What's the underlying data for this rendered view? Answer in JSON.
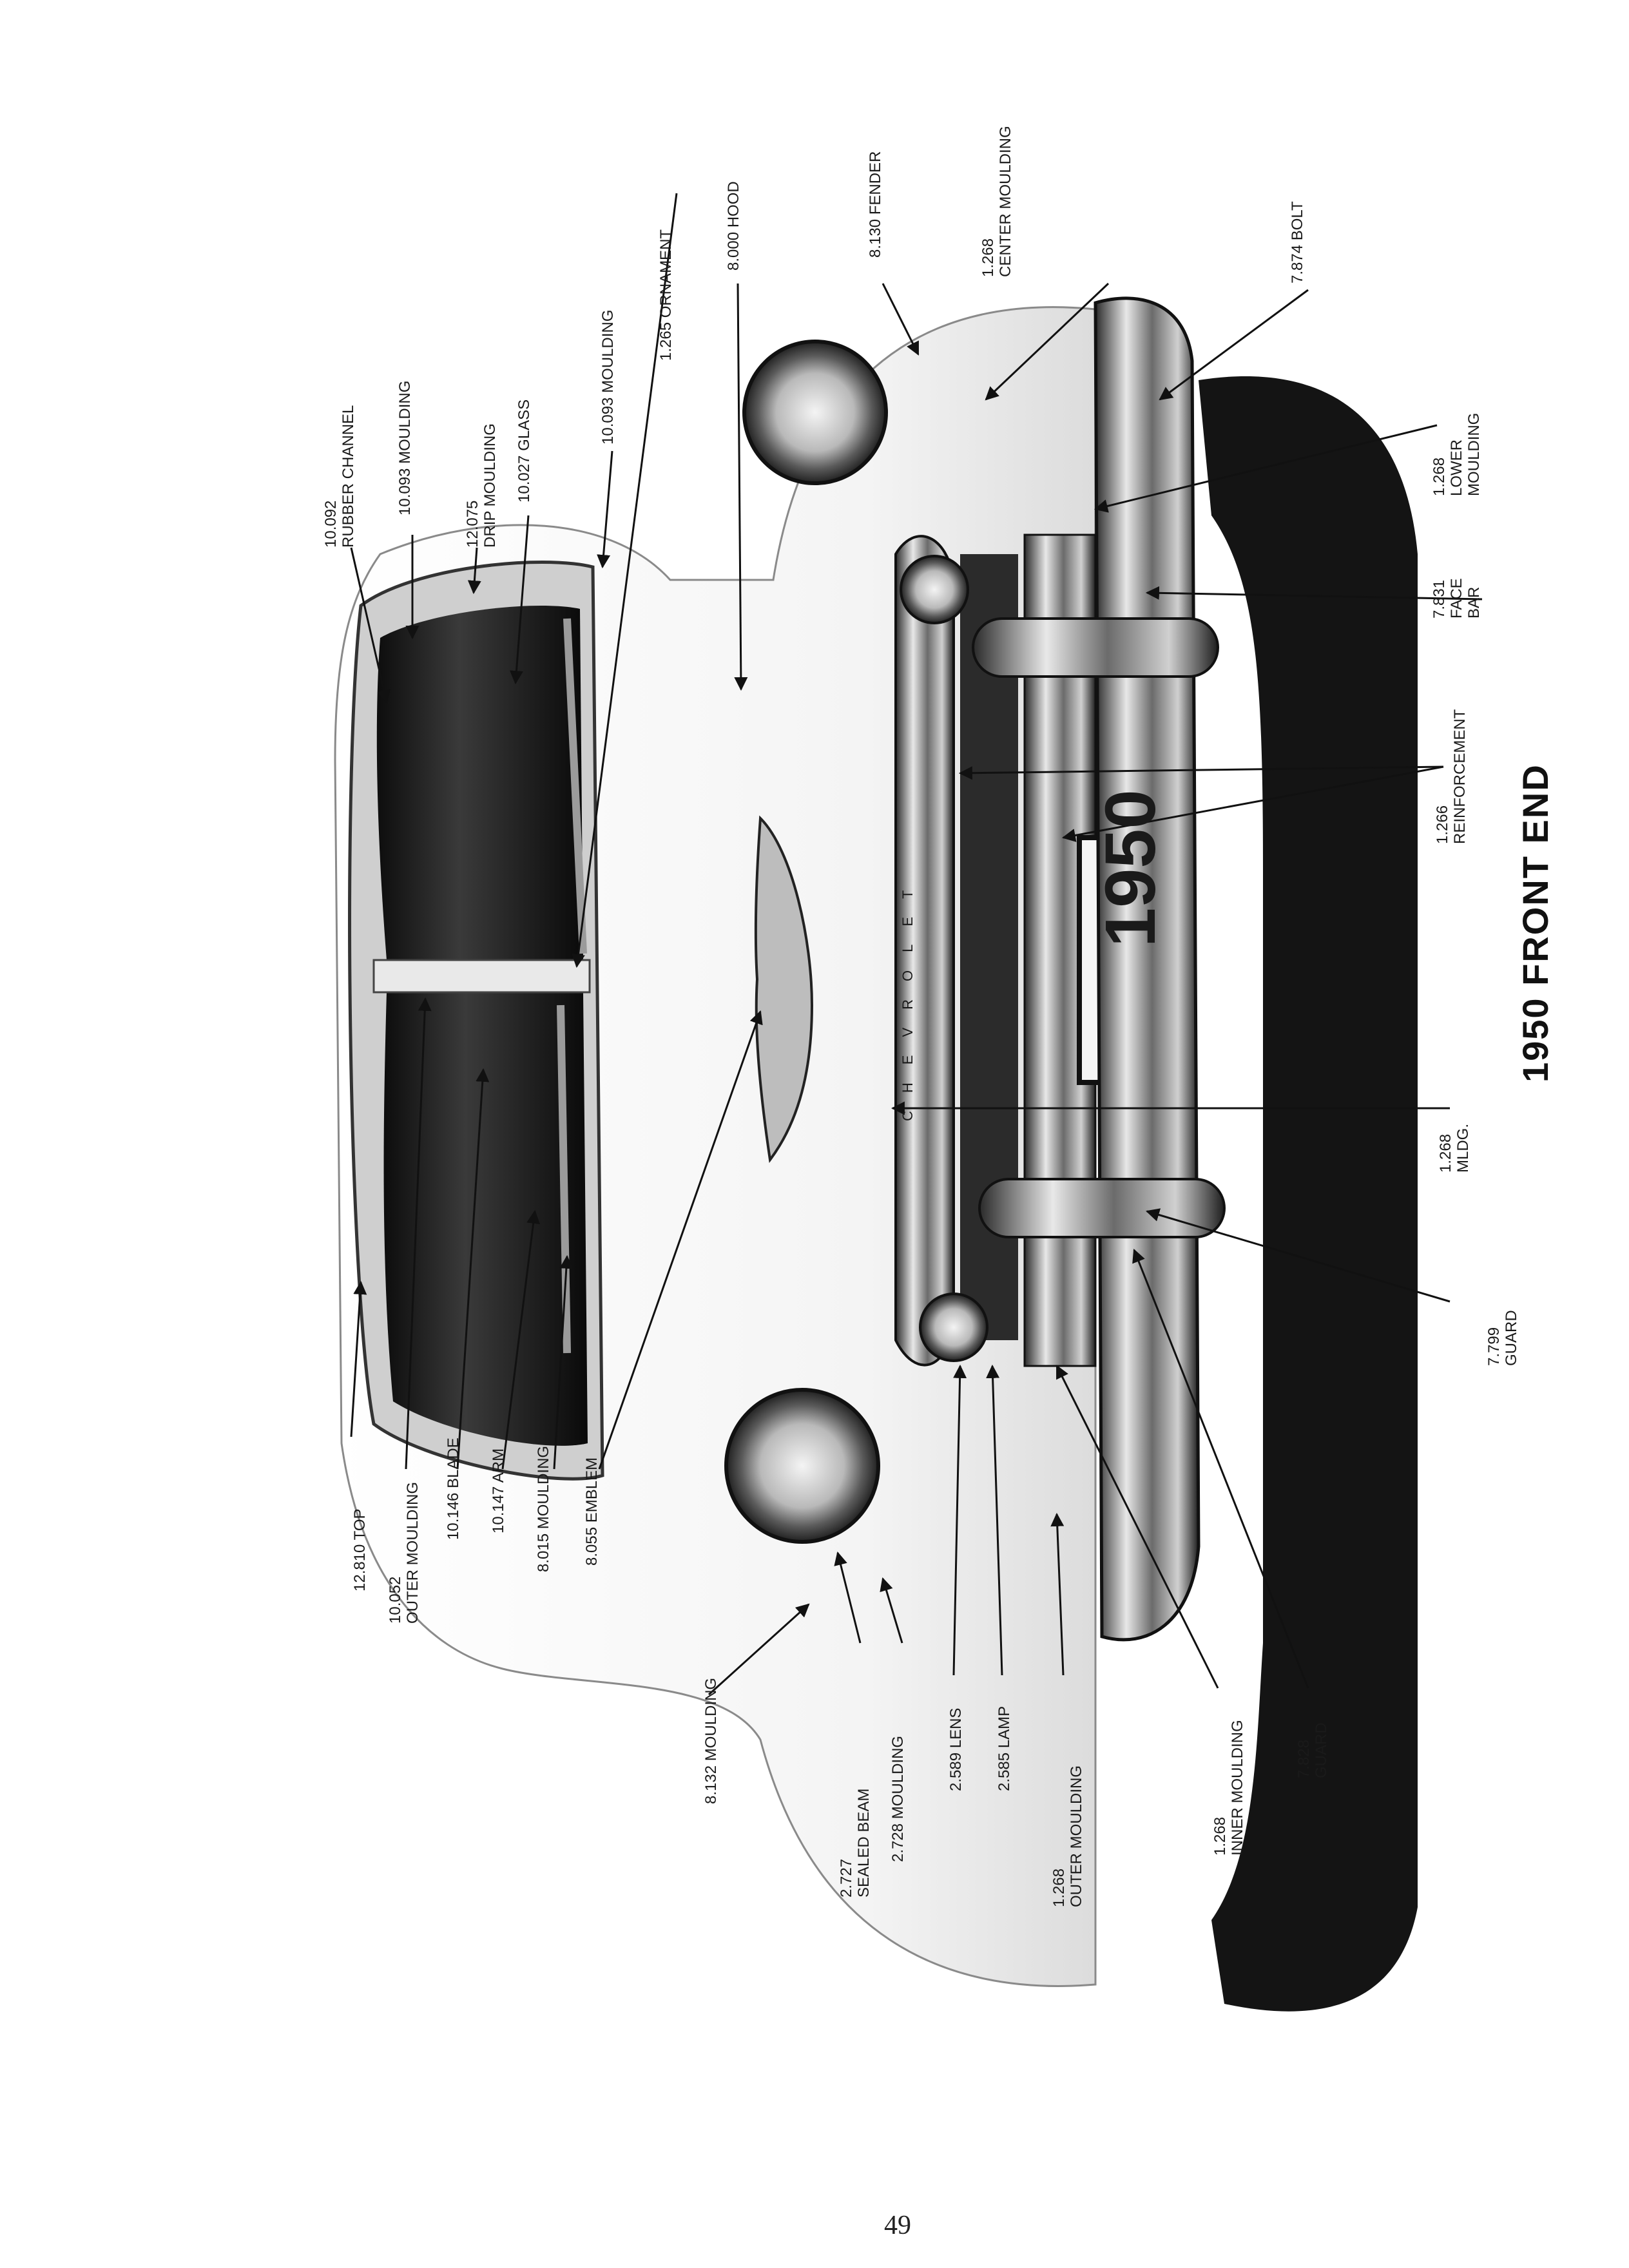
{
  "page_number": "49",
  "title": "1950 FRONT END",
  "license_plate_text": "1950",
  "grille_lettering": "CHEVROLET",
  "labels": [
    {
      "id": "top",
      "lines": [
        "12.810 TOP"
      ]
    },
    {
      "id": "outer-moulding-windshield",
      "lines": [
        "10.052",
        "OUTER MOULDING"
      ]
    },
    {
      "id": "blade",
      "lines": [
        "10.146 BLADE"
      ]
    },
    {
      "id": "arm",
      "lines": [
        "10.147 ARM"
      ]
    },
    {
      "id": "moulding-8015",
      "lines": [
        "8.015 MOULDING"
      ]
    },
    {
      "id": "emblem",
      "lines": [
        "8.055 EMBLEM"
      ]
    },
    {
      "id": "moulding-8132",
      "lines": [
        "8.132 MOULDING"
      ]
    },
    {
      "id": "sealed-beam",
      "lines": [
        "2.727",
        "SEALED BEAM"
      ]
    },
    {
      "id": "moulding-2728",
      "lines": [
        "2.728 MOULDING"
      ]
    },
    {
      "id": "lens",
      "lines": [
        "2.589 LENS"
      ]
    },
    {
      "id": "lamp",
      "lines": [
        "2.585 LAMP"
      ]
    },
    {
      "id": "outer-moulding-bumper",
      "lines": [
        "1.268",
        "OUTER MOULDING"
      ]
    },
    {
      "id": "inner-moulding",
      "lines": [
        "1.268",
        "INNER MOULDING"
      ]
    },
    {
      "id": "guard-7828",
      "lines": [
        "7.828",
        "GUARD"
      ]
    },
    {
      "id": "guard-7799",
      "lines": [
        "7.799",
        "GUARD"
      ]
    },
    {
      "id": "mldg",
      "lines": [
        "1.268",
        "MLDG."
      ]
    },
    {
      "id": "reinforcement",
      "lines": [
        "1.266",
        "REINFORCEMENT"
      ]
    },
    {
      "id": "face-bar",
      "lines": [
        "7.831",
        "FACE",
        "BAR"
      ]
    },
    {
      "id": "lower-moulding",
      "lines": [
        "1.268",
        "LOWER",
        "MOULDING"
      ]
    },
    {
      "id": "bolt",
      "lines": [
        "7.874 BOLT"
      ]
    },
    {
      "id": "center-moulding",
      "lines": [
        "1.268",
        "CENTER MOULDING"
      ]
    },
    {
      "id": "fender",
      "lines": [
        "8.130 FENDER"
      ]
    },
    {
      "id": "hood",
      "lines": [
        "8.000 HOOD"
      ]
    },
    {
      "id": "ornament",
      "lines": [
        "1.265 ORNAMENT"
      ]
    },
    {
      "id": "moulding-10093-lower",
      "lines": [
        "10.093 MOULDING"
      ]
    },
    {
      "id": "glass",
      "lines": [
        "10.027 GLASS"
      ]
    },
    {
      "id": "drip-moulding",
      "lines": [
        "12.075",
        "DRIP MOULDING"
      ]
    },
    {
      "id": "moulding-10093-upper",
      "lines": [
        "10.093 MOULDING"
      ]
    },
    {
      "id": "rubber-channel",
      "lines": [
        "10.092",
        "RUBBER CHANNEL"
      ]
    }
  ]
}
